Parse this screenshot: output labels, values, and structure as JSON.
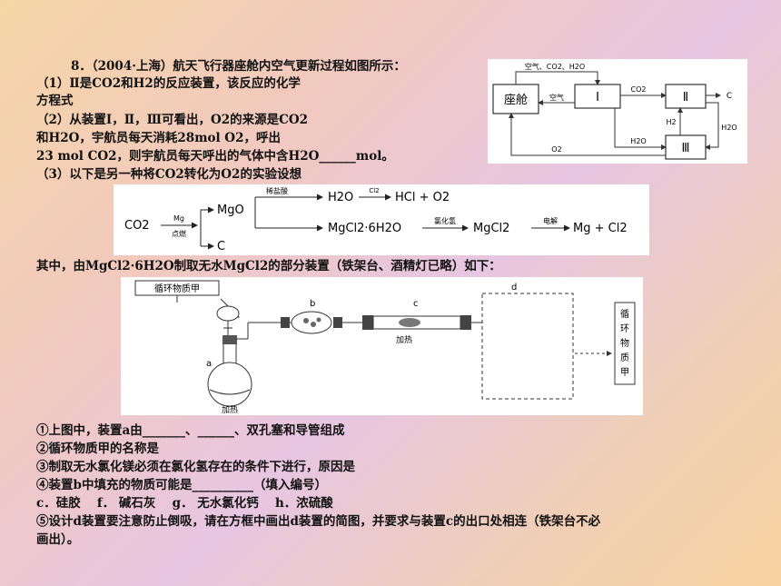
{
  "question": {
    "title_line": "8．（2004·上海）航天飞行器座舱内空气更新过程如图所示：",
    "part1_a": "（1）Ⅱ是CO2和H2的反应装置，该反应的化学",
    "part1_b": "方程式",
    "part2_a": "（2）从装置Ⅰ，Ⅱ，Ⅲ可看出，O2的来源是CO2",
    "part2_b": "和H2O，宇航员每天消耗28mol O2，呼出",
    "part2_c": "23 mol CO2，则宇航员每天呼出的气体中含H2O______mol。",
    "part3": "（3）以下是另一种将CO2转化为O2的实验设想",
    "apparatus_intro": "其中，由MgCl2·6H2O制取无水MgCl2的部分装置（铁架台、酒精灯已略）如下：",
    "sub1": "①上图中，装置a由_______、______、双孔塞和导管组成",
    "sub2": "②循环物质甲的名称是",
    "sub3": "③制取无水氯化镁必须在氯化氢存在的条件下进行，原因是",
    "sub4": "④装置b中填充的物质可能是__________（填入编号）",
    "options": "c．硅胶　 f． 碱石灰　 g． 无水氯化钙　 h．浓硫酸",
    "sub5_a": "⑤设计d装置要注意防止倒吸，请在方框中画出d装置的简图，并要求与装置c的出口处相连（铁架台不必",
    "sub5_b": "画出）。"
  },
  "cabin_diagram": {
    "cabin": "座舱",
    "unit1": "Ⅰ",
    "unit2": "Ⅱ",
    "unit3": "Ⅲ",
    "top_label": "空气、CO2、H2O",
    "air": "空气",
    "co2": "CO2",
    "c_out": "C",
    "h2": "H2",
    "h2o_right": "H2O",
    "h2o_bottom": "H2O",
    "o2": "O2"
  },
  "reaction_scheme": {
    "co2": "CO2",
    "mg": "Mg",
    "ignite": "点燃",
    "mgo": "MgO",
    "c": "C",
    "dilute_hcl": "稀盐酸",
    "h2o": "H2O",
    "cl2": "Cl2",
    "hcl_o2": "HCl + O2",
    "hydrate": "MgCl2·6H2O",
    "hcl_gas": "氯化氢",
    "mgcl2": "MgCl2",
    "electrolysis": "电解",
    "products": "Mg + Cl2"
  },
  "apparatus": {
    "material_a": "循环物质甲",
    "label_a": "a",
    "label_b": "b",
    "label_c": "c",
    "label_d": "d",
    "heat_a": "加热",
    "heat_c": "加热",
    "circ1": "循",
    "circ2": "环",
    "circ3": "物",
    "circ4": "质",
    "circ5": "甲"
  }
}
